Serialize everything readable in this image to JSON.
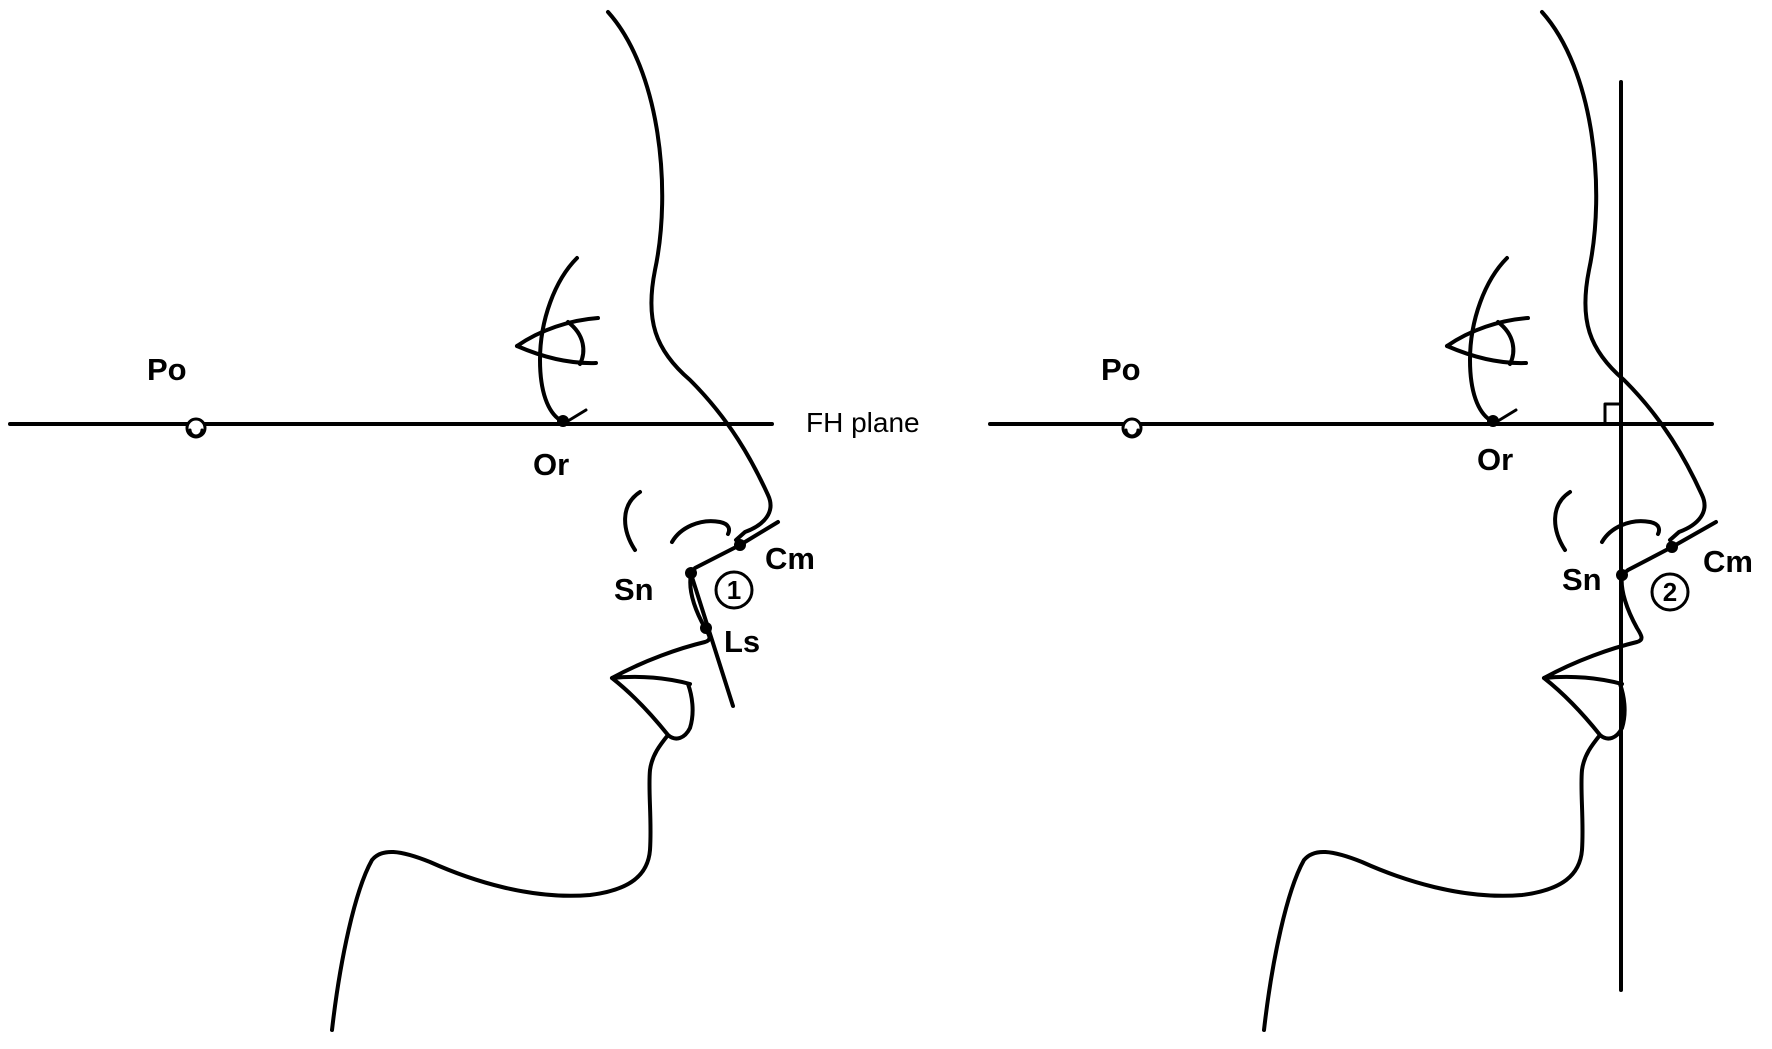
{
  "left_panel": {
    "labels": {
      "po": "Po",
      "or": "Or",
      "sn": "Sn",
      "cm": "Cm",
      "ls": "Ls",
      "angle": "1"
    },
    "plane_label": "FH plane"
  },
  "right_panel": {
    "labels": {
      "po": "Po",
      "or": "Or",
      "sn": "Sn",
      "cm": "Cm",
      "angle": "2"
    }
  }
}
